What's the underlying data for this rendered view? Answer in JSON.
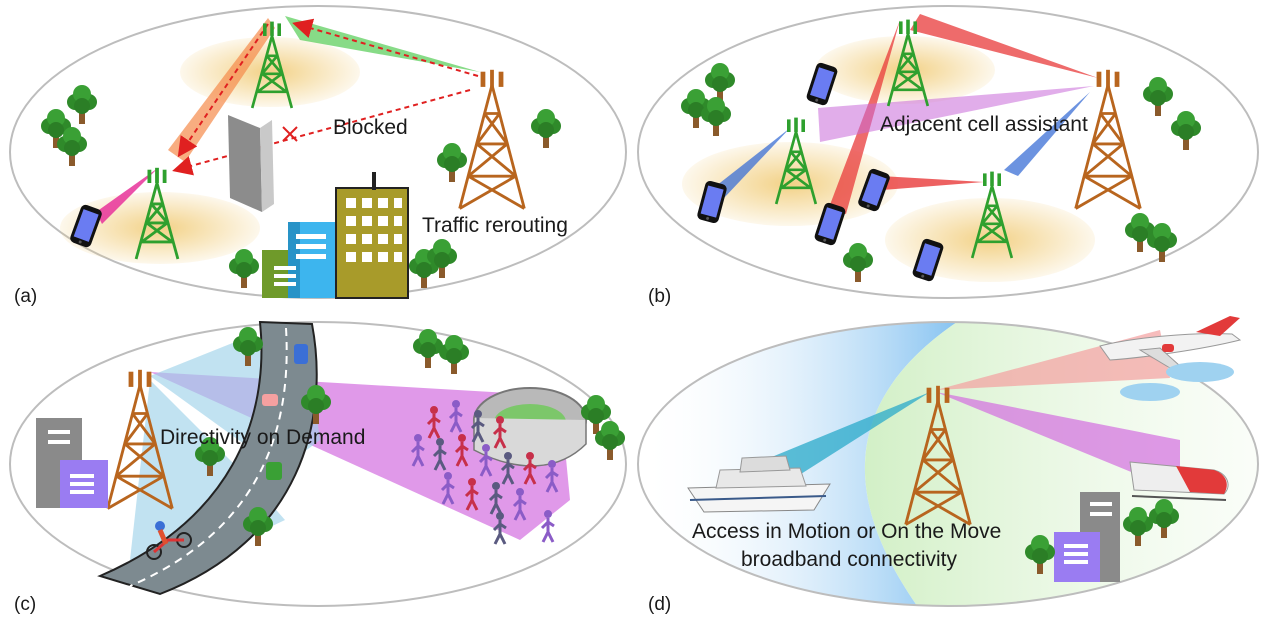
{
  "panels": [
    {
      "id": "a",
      "label": "(a)",
      "captions": [
        "Blocked",
        "Traffic rerouting"
      ]
    },
    {
      "id": "b",
      "label": "(b)",
      "captions": [
        "Adjacent cell assistant"
      ]
    },
    {
      "id": "c",
      "label": "(c)",
      "captions": [
        "Directivity on Demand"
      ]
    },
    {
      "id": "d",
      "label": "(d)",
      "captions": [
        "Access in Motion or On the Move",
        "broadband connectivity"
      ]
    }
  ],
  "colors": {
    "tower_small": "#2ea02e",
    "tower_large": "#b8651e",
    "coverage": "#f2cf80",
    "beam_green": "#5fcf5f",
    "beam_orange": "#f58a4a",
    "beam_red": "#e83a3a",
    "beam_pink": "#e8329a",
    "beam_blue": "#3b6fd6",
    "beam_purple": "#c96ad8",
    "beam_cyan": "#2aa9c9",
    "arrow_red": "#e02020",
    "tree_green": "#2f8a2a",
    "phone_screen": "#6a7cf2"
  }
}
